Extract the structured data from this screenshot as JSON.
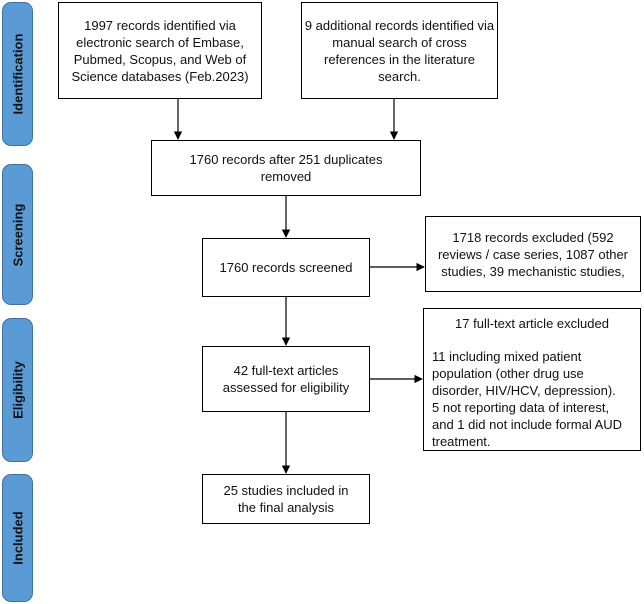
{
  "phases": {
    "identification": "Identification",
    "screening": "Screening",
    "eligibility": "Eligibility",
    "included": "Included"
  },
  "boxes": {
    "electronic_search": "1997 records identified via\nelectronic search of Embase,\nPubmed, Scopus, and Web of\nScience databases (Feb.2023)",
    "manual_search": "9 additional records identified via\nmanual search of cross\nreferences in the literature\nsearch.",
    "duplicates_removed": "1760 records after 251 duplicates\nremoved",
    "records_screened": "1760 records screened",
    "records_excluded": "1718 records excluded (592\nreviews / case series, 1087 other\nstudies, 39 mechanistic studies,",
    "fulltext_assessed": "42 full-text articles\nassessed for eligibility",
    "fulltext_excluded_title": "17 full-text article excluded",
    "fulltext_excluded_detail": "11 including mixed patient\npopulation (other drug use\ndisorder, HIV/HCV, depression).\n5 not reporting data of interest,\nand 1 did not include formal AUD\ntreatment.",
    "studies_included": "25 studies included in\nthe final analysis"
  }
}
